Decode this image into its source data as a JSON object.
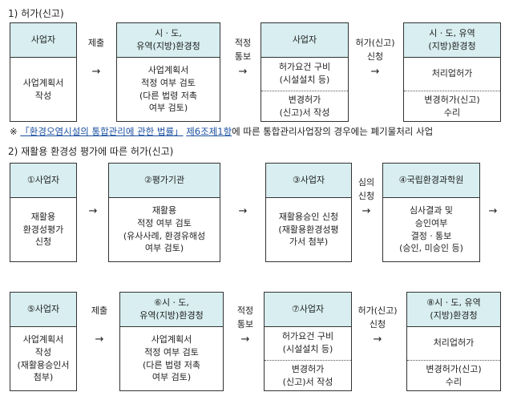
{
  "section1": {
    "heading": "1) 허가(신고)",
    "boxes": [
      {
        "title": "사업자",
        "body": "사업계획서\n작성"
      },
      {
        "title": "시ㆍ도,\n유역(지방)환경청",
        "body": "사업계획서\n적정 여부 검토\n(다른 법령 저촉\n여부 검토)"
      },
      {
        "title": "사업자",
        "body_top": "허가요건 구비\n(시설설치 등)",
        "body_bottom": "변경허가\n(신고)서 작성"
      },
      {
        "title": "시ㆍ도, 유역\n(지방)환경청",
        "body_top": "처리업허가",
        "body_bottom": "변경허가(신고)\n수리"
      }
    ],
    "connectors": [
      {
        "label": "제출",
        "arrow": "→"
      },
      {
        "label": "적정\n통보",
        "arrow": "→"
      },
      {
        "label": "허가(신고)\n신청",
        "arrow": "→"
      }
    ]
  },
  "note": {
    "prefix": "※ ",
    "link1": "「환경오염시설의 통합관리에 관한 법률」",
    "space": " ",
    "link2": "제6조제1항",
    "suffix": "에 따른 통합관리사업장의 경우에는 폐기물처리 사업"
  },
  "section2": {
    "heading": "2) 재활용 환경성 평가에 따른 허가(신고)",
    "row1": [
      {
        "title": "①사업자",
        "body": "재활용\n환경성평가\n신청"
      },
      {
        "title": "②평가기관",
        "body": "재활용\n적정 여부 검토\n(유사사례, 환경유해성\n여부 검토)"
      },
      {
        "title": "③사업자",
        "body": "재활용승인 신청\n(재활용환경성평\n가서 첨부)"
      },
      {
        "title": "④국립환경과학원",
        "body": "심사결과 및\n승인여부\n결정ㆍ통보\n(승인, 미승인 등)"
      }
    ],
    "row1_connectors": [
      {
        "label": "",
        "arrow": "→"
      },
      {
        "label": "",
        "arrow": "→"
      },
      {
        "label": "심의\n신청",
        "arrow": "→"
      },
      {
        "label": "",
        "arrow": "→"
      }
    ],
    "row2": [
      {
        "title": "⑤사업자",
        "body": "사업계획서\n작성\n(재활용승인서\n첨부)"
      },
      {
        "title": "⑥시ㆍ도,\n유역(지방)환경청",
        "body": "사업계획서\n적정 여부 검토\n(다른 법령 저촉\n여부 검토)"
      },
      {
        "title": "⑦사업자",
        "body_top": "허가요건 구비\n(시설설치 등)",
        "body_bottom": "변경허가\n(신고)서 작성"
      },
      {
        "title": "⑧시ㆍ도, 유역\n(지방)환경청",
        "body_top": "처리업허가",
        "body_bottom": "변경허가(신고)\n수리"
      }
    ],
    "row2_connectors": [
      {
        "label": "제출",
        "arrow": "→"
      },
      {
        "label": "적정\n통보",
        "arrow": "→"
      },
      {
        "label": "허가(신고)\n신청",
        "arrow": "→"
      }
    ]
  }
}
